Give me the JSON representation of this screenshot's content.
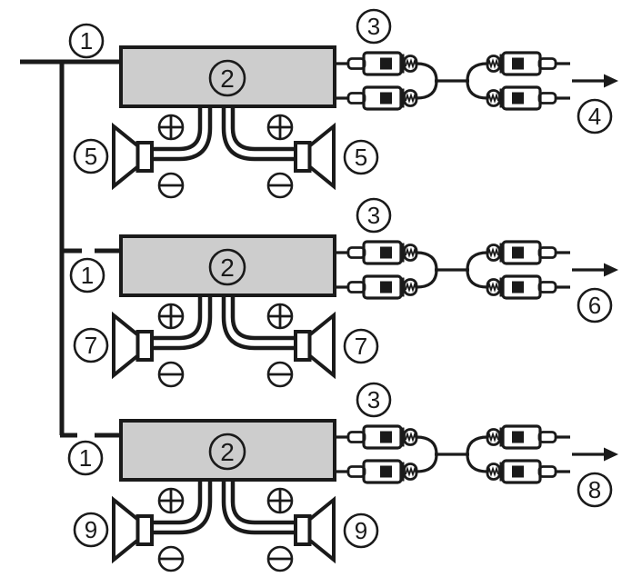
{
  "colors": {
    "line": "#1a1a1a",
    "box_fill": "#cdcdcd",
    "plug_light": "#ffffff",
    "plug_dark": "#5a5a5a",
    "background": "#ffffff"
  },
  "icons": {
    "speaker-icon": "horn-cone shape",
    "rca-plug-icon": "plug body with spring strain-relief",
    "plus-terminal-icon": "circled plus",
    "minus-terminal-icon": "circled minus",
    "arrow-right-icon": "solid right arrow",
    "callout-circle": "number in circle"
  },
  "rows": [
    {
      "source_callout": "1",
      "amplifier_callout": "2",
      "cable_callout": "3",
      "output_callout": "4",
      "speaker_callout": "5",
      "speaker_plus": "+",
      "speaker_minus": "−",
      "feed_style": "solid"
    },
    {
      "source_callout": "1",
      "amplifier_callout": "2",
      "cable_callout": "3",
      "output_callout": "6",
      "speaker_callout": "7",
      "speaker_plus": "+",
      "speaker_minus": "−",
      "feed_style": "dashed"
    },
    {
      "source_callout": "1",
      "amplifier_callout": "2",
      "cable_callout": "3",
      "output_callout": "8",
      "speaker_callout": "9",
      "speaker_plus": "+",
      "speaker_minus": "−",
      "feed_style": "dashed"
    }
  ]
}
